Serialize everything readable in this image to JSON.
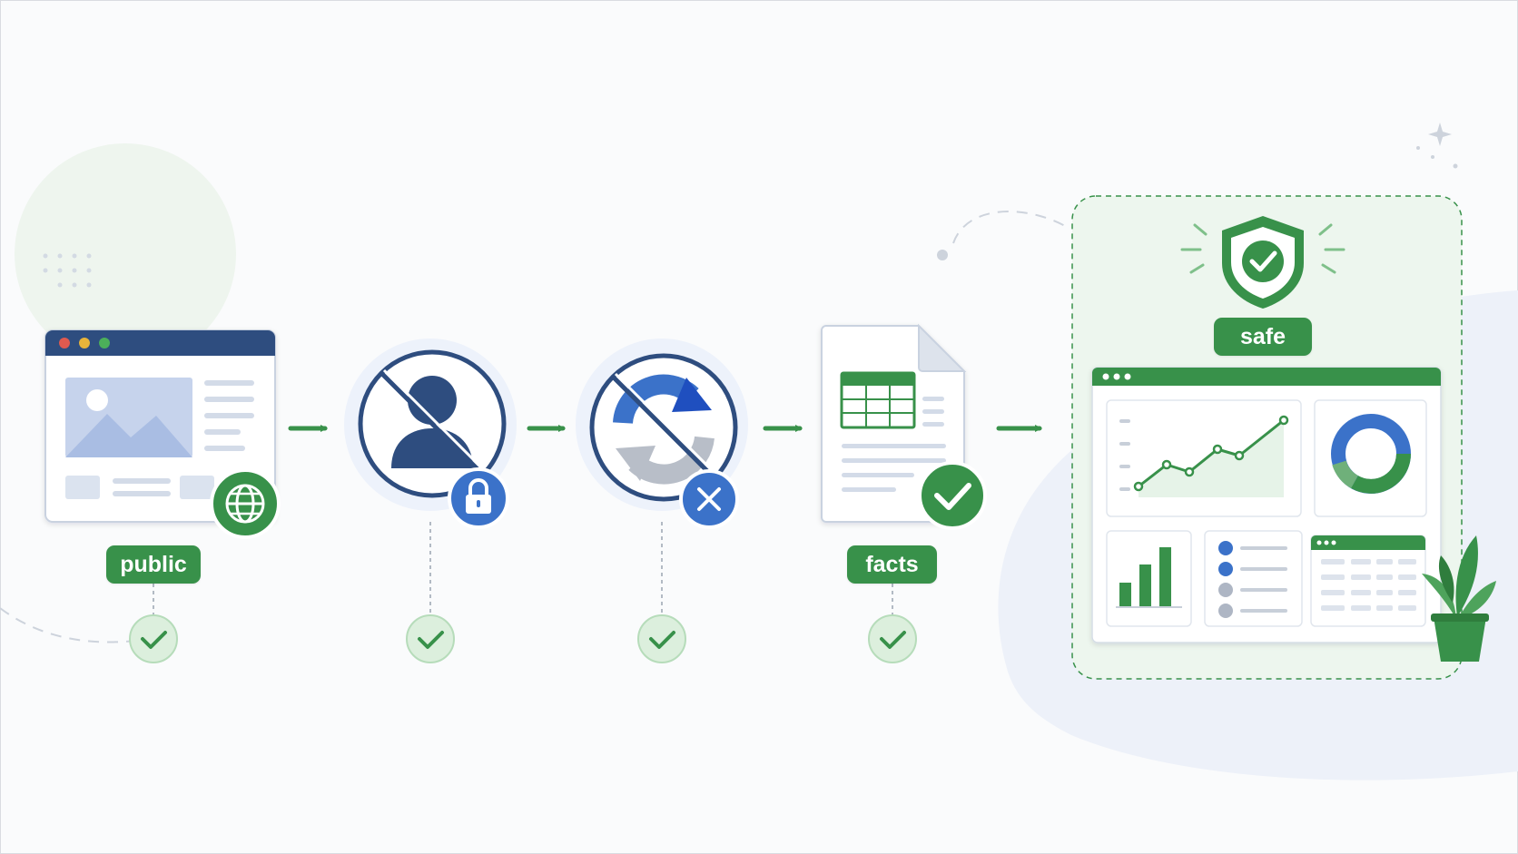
{
  "labels": {
    "public": "public",
    "facts": "facts",
    "safe": "safe"
  },
  "steps": [
    {
      "name": "public-webpage",
      "label": "public",
      "badge": "globe-icon",
      "verified": true
    },
    {
      "name": "no-personal-data",
      "label": "",
      "badge": "lock-icon",
      "verified": true
    },
    {
      "name": "no-copying",
      "label": "",
      "badge": "close-icon",
      "verified": true
    },
    {
      "name": "facts-document",
      "label": "facts",
      "badge": "checkmark-icon",
      "verified": true
    },
    {
      "name": "safe-dashboard",
      "label": "safe",
      "badge": "shield-check-icon",
      "verified": true
    }
  ],
  "colors": {
    "green": "#38914a",
    "green_light": "#e3f1e4",
    "navy": "#2e4d7f",
    "blue": "#3b72c9",
    "blue_light": "#edf2fb",
    "background": "#fafbfc"
  }
}
